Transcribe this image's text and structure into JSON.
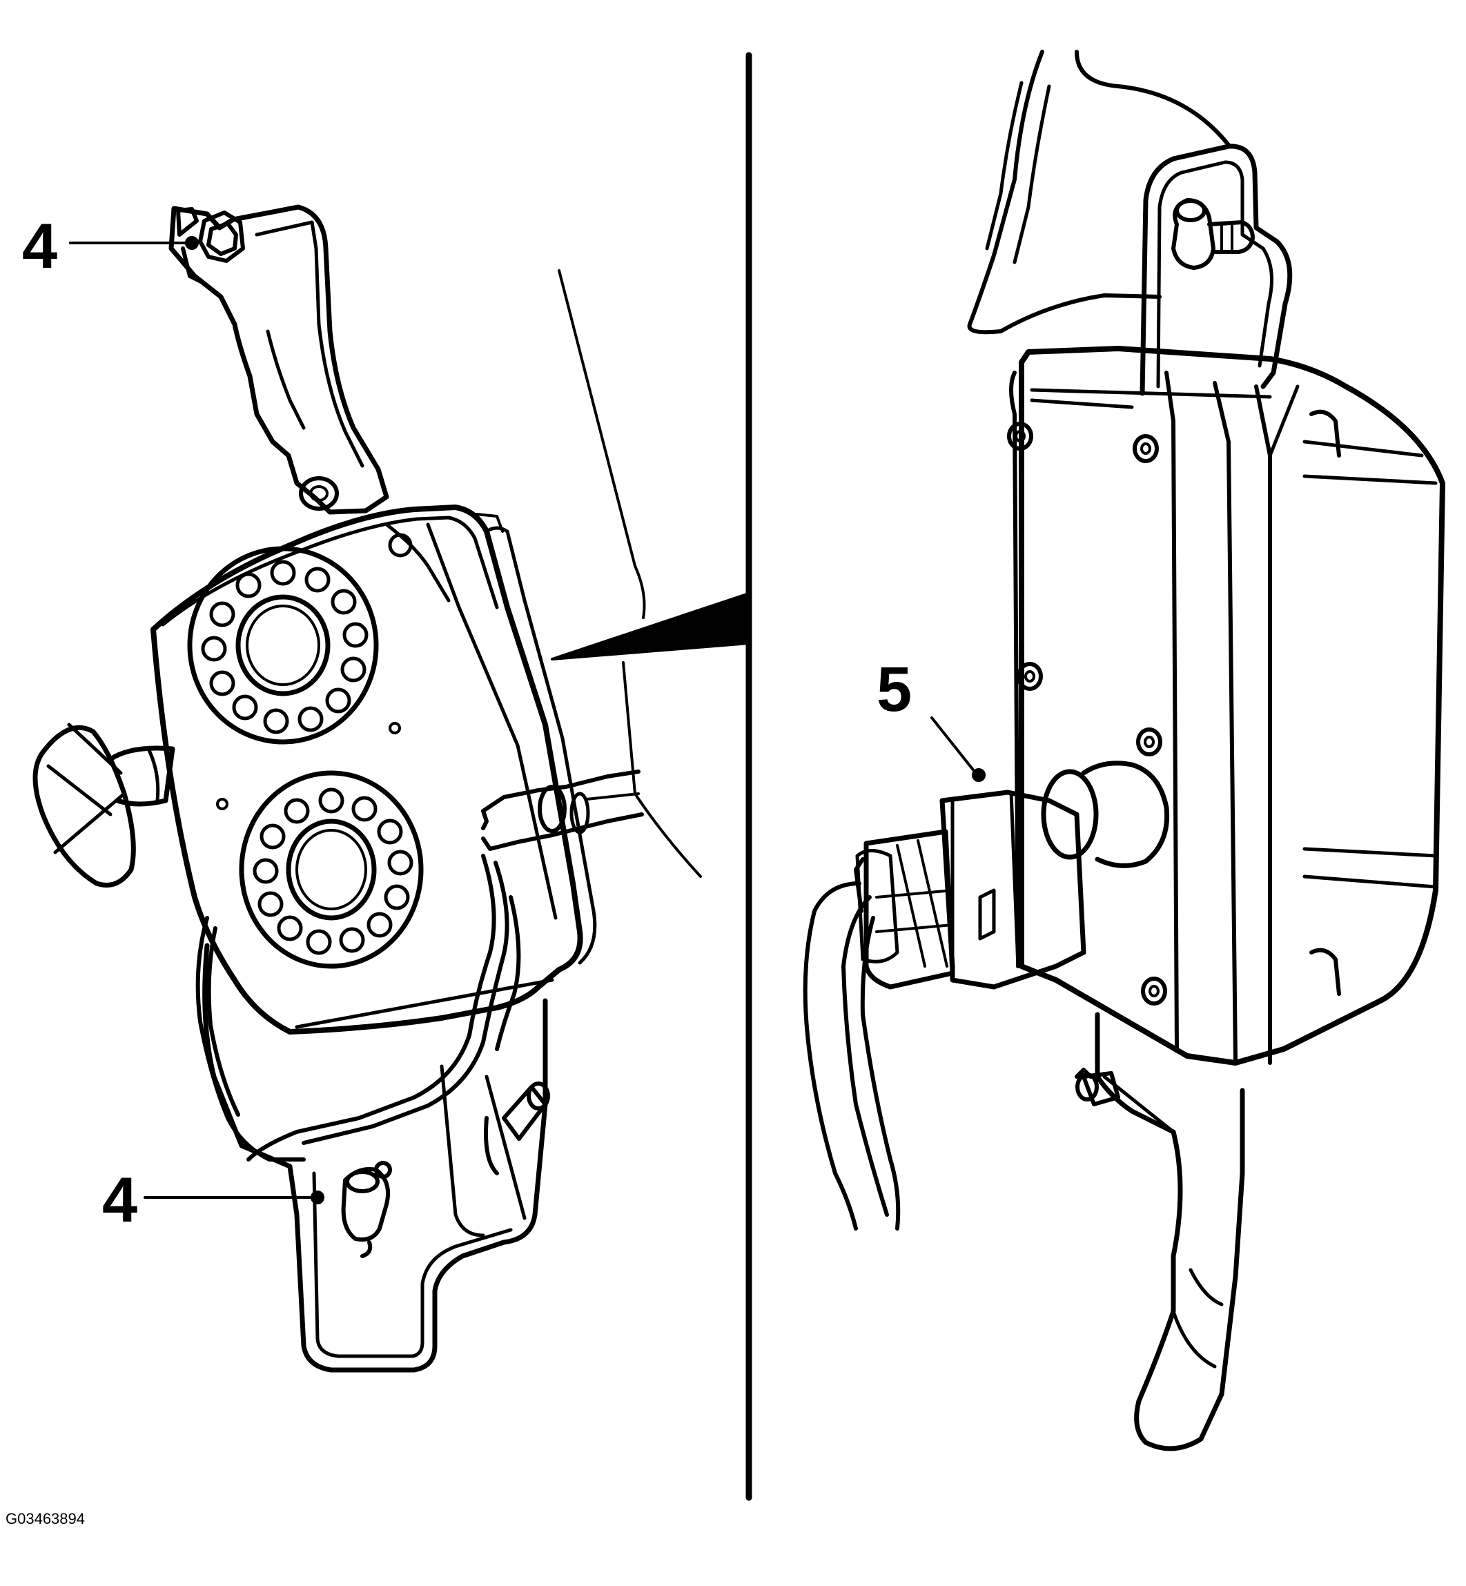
{
  "callouts": [
    {
      "id": "c1",
      "label": "4"
    },
    {
      "id": "c2",
      "label": "4"
    },
    {
      "id": "c3",
      "label": "5"
    }
  ],
  "figure_id": "G03463894",
  "colors": {
    "ink": "#000000",
    "paper": "#ffffff"
  }
}
